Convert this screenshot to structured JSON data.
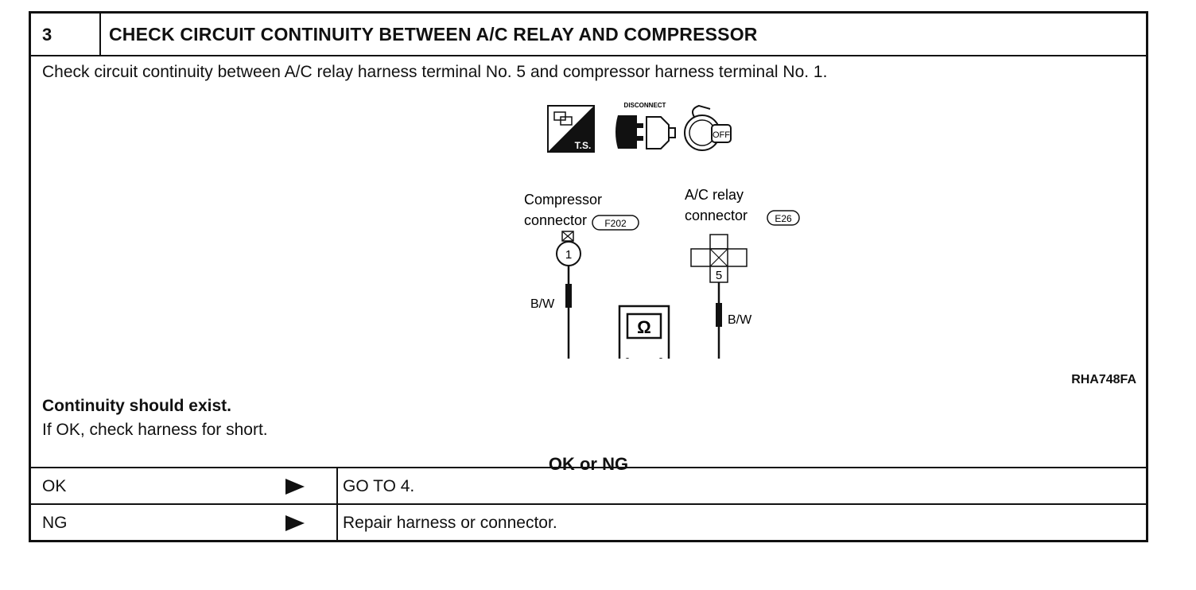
{
  "step": {
    "number": "3",
    "title": "CHECK CIRCUIT CONTINUITY BETWEEN A/C RELAY AND COMPRESSOR"
  },
  "instruction": "Check circuit continuity between A/C relay harness terminal No. 5 and compressor harness terminal No. 1.",
  "icons": {
    "tester_label": "T.S.",
    "disconnect_label": "DISCONNECT",
    "ignition_label": "OFF"
  },
  "diagram": {
    "compressor_line1": "Compressor",
    "compressor_line2": "connector",
    "compressor_code": "F202",
    "compressor_terminal": "1",
    "relay_line1": "A/C  relay",
    "relay_line2": "connector",
    "relay_code": "E26",
    "relay_terminal": "5",
    "wire_left": "B/W",
    "wire_right": "B/W",
    "meter_symbol": "Ω"
  },
  "figure_id": "RHA748FA",
  "result_bold": "Continuity should exist.",
  "result_note": "If OK, check harness for short.",
  "question": "OK or NG",
  "outcomes": [
    {
      "label": "OK",
      "action": "GO TO 4."
    },
    {
      "label": "NG",
      "action": "Repair harness or connector."
    }
  ]
}
